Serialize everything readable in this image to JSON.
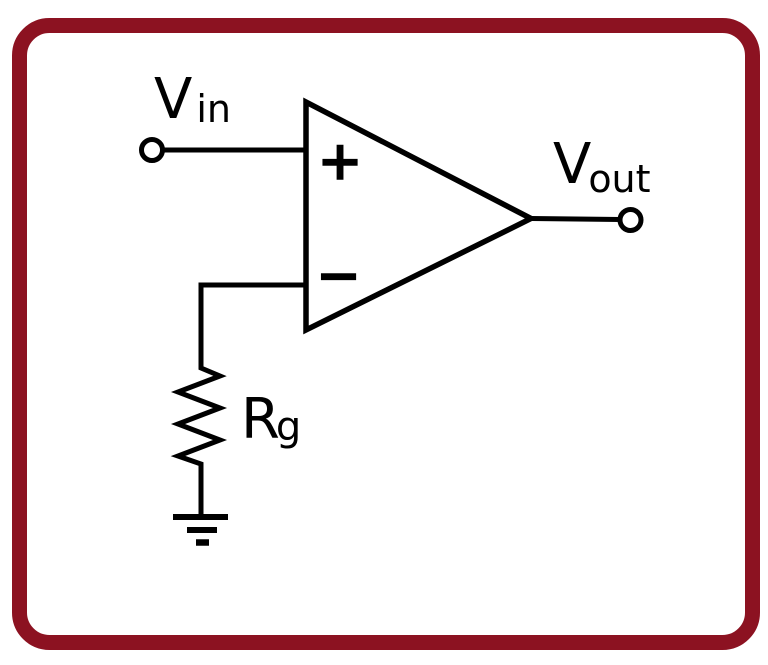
{
  "diagram": {
    "labels": {
      "v_in": {
        "base": "V",
        "sub": "in"
      },
      "v_out": {
        "base": "V",
        "sub": "out"
      },
      "r_g": {
        "base": "R",
        "sub": "g"
      }
    },
    "opamp": {
      "noninverting_sign": "+",
      "inverting_sign": "−"
    },
    "colors": {
      "frame": "#8C1221",
      "stroke": "#000000",
      "background": "#FFFFFF"
    }
  }
}
